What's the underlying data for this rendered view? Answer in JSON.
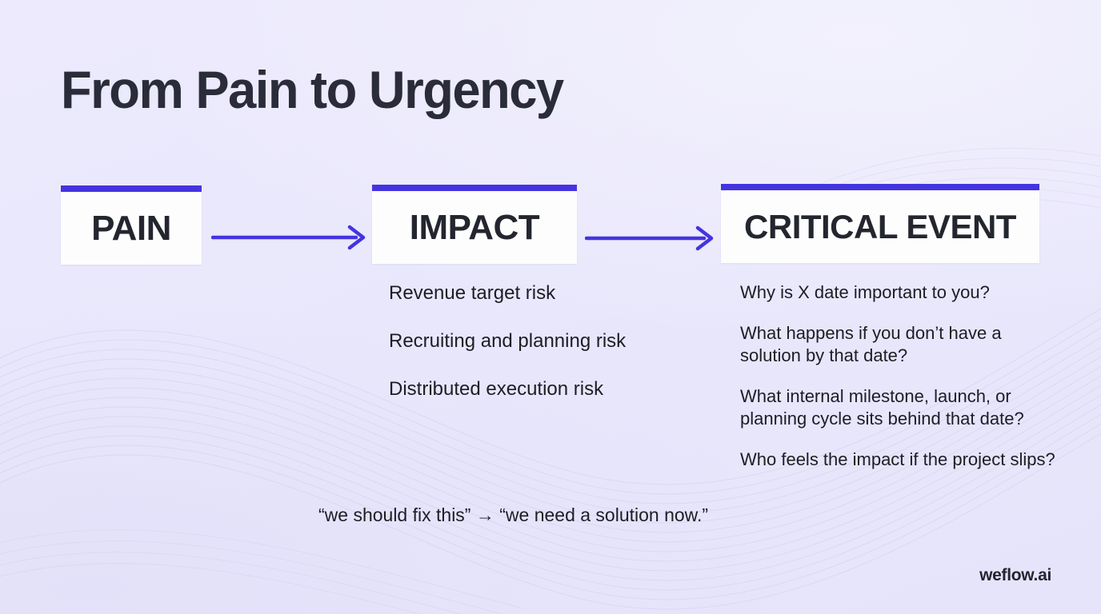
{
  "slide": {
    "title": "From Pain to Urgency",
    "brand": "weflow.ai",
    "quote": "“we should fix this” → “we need a solution now.”",
    "accent_color": "#4434e0",
    "background_color": "#e9e8fb",
    "text_color": "#1c1e26"
  },
  "stages": [
    {
      "label": "PAIN"
    },
    {
      "label": "IMPACT"
    },
    {
      "label": "CRITICAL EVENT"
    }
  ],
  "arrows": [
    {
      "name": "pain-to-impact"
    },
    {
      "name": "impact-to-critical-event"
    }
  ],
  "impact_items": [
    "Revenue target risk",
    "Recruiting and planning risk",
    "Distributed execution risk"
  ],
  "critical_event_questions": [
    "Why is X date important to you?",
    "What happens if you don’t have a solution by that date?",
    "What internal milestone, launch, or planning cycle sits behind that date?",
    "Who feels the impact if the project slips?"
  ]
}
